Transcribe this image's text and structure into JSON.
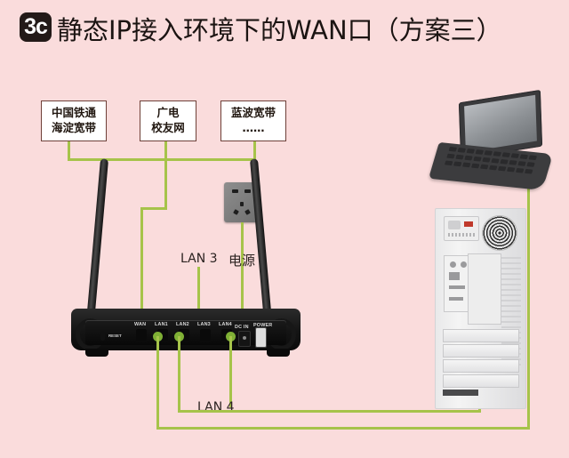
{
  "header": {
    "badge": "3c",
    "title": "静态IP接入环境下的WAN口（方案三）"
  },
  "isp_boxes": [
    {
      "name": "isp-box-tietong",
      "line1": "中国铁通",
      "line2": "海淀宽带"
    },
    {
      "name": "isp-box-guangdian",
      "line1": "广电",
      "line2": "校友网"
    },
    {
      "name": "isp-box-lanbo",
      "line1": "蓝波宽带",
      "line2": "……"
    }
  ],
  "callouts": {
    "lan3": "LAN 3",
    "power": "电源",
    "lan4": "LAN 4"
  },
  "router": {
    "ports": [
      "WAN",
      "LAN1",
      "LAN2",
      "LAN3",
      "LAN4"
    ],
    "dc_label": "DC IN",
    "power_label": "POWER",
    "reset_label": "RESET"
  },
  "colors": {
    "background": "#fadcdc",
    "cable": "#a6c34a",
    "plug": "#7fb035",
    "box_border": "#6e4038",
    "badge": "#231a18",
    "text": "#1b1412"
  },
  "devices": {
    "laptop": "laptop",
    "desktop_tower": "desktop-pc-tower",
    "wall_socket": "wall-power-socket",
    "router": "wireless-router"
  }
}
